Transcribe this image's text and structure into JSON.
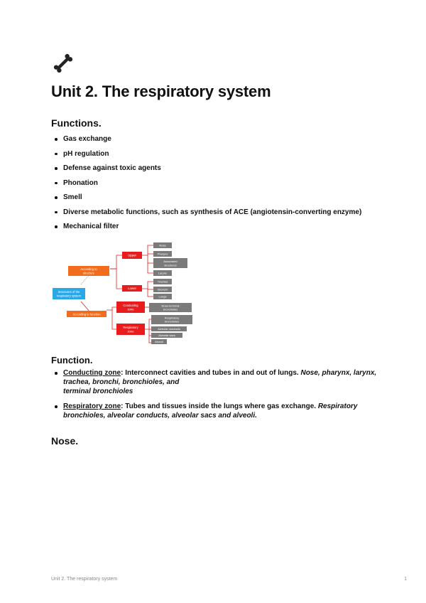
{
  "page": {
    "title": "Unit 2. The respiratory system",
    "icon": "bone-icon"
  },
  "functions_heading": "Functions.",
  "functions": [
    "Gas exchange",
    "pH regulation",
    "Defense against toxic agents",
    "Phonation",
    "Smell",
    "Diverse metabolic functions, such as synthesis of ACE (angiotensin-converting enzyme)",
    "Mechanical filter"
  ],
  "diagram": {
    "root": "Structures of the respiratory system",
    "according_structure": "According to structure",
    "according_function": "According to function",
    "upper": "Upper",
    "lower": "Lower",
    "upper_items": [
      "Nose",
      "Pharynx",
      "Associated structures",
      "Larynx"
    ],
    "lower_items": [
      "Trachea",
      "Bronchi",
      "Lungs"
    ],
    "conducting": "Conducting zone",
    "conducting_items": [
      "Nose-terminal bronchioles"
    ],
    "respiratory": "Respiratory zone",
    "respiratory_items": [
      "Respiratory bronchioles",
      "Alveolar conducts",
      "Alveolar sacs",
      "Alveoli"
    ],
    "colors": {
      "red": "#e81c1c",
      "orange": "#f26c1e",
      "blue": "#2aa7e6",
      "gray": "#7a7a7a"
    }
  },
  "function_heading": "Function.",
  "zones": [
    {
      "term": "Conducting zone",
      "desc": ": Interconnect cavities and tubes in and out of lungs. ",
      "examples": "Nose, pharynx, larynx, trachea, bronchi, bronchioles, and",
      "examples2": "terminal bronchioles"
    },
    {
      "term": "Respiratory zone",
      "desc": ": Tubes and tissues inside the lungs where gas exchange. ",
      "examples": "Respiratory bronchioles, alveolar conducts, alveolar sacs and alveoli."
    }
  ],
  "nose_heading": "Nose.",
  "footer": {
    "title": "Unit 2. The respiratory system",
    "page_number": "1"
  }
}
